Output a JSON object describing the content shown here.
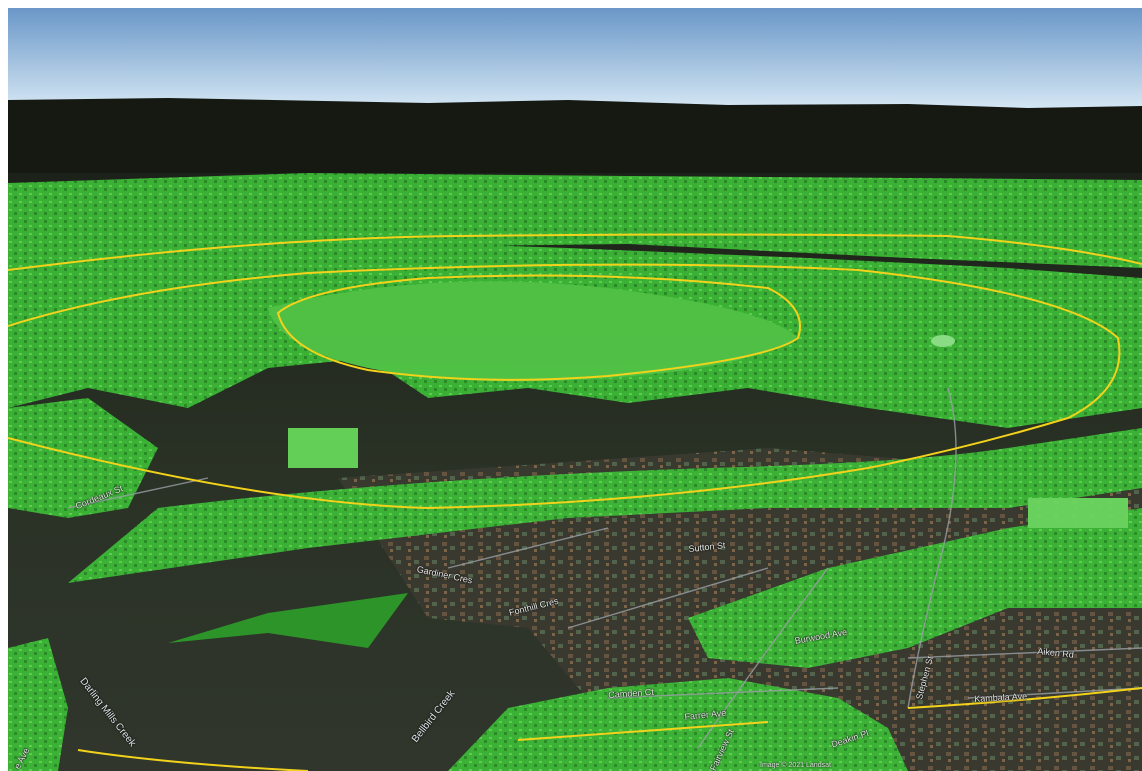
{
  "view": {
    "type": "3D terrain view",
    "overlay": "green terrain coverage",
    "colors": {
      "sky_top": "#6f9ccc",
      "sky_bottom": "#cfe3f2",
      "horizon": "#151a12",
      "coverage": "#3fbf3a",
      "boundary": "#f2d21b",
      "terrain": "#1e241c",
      "road": "#9aa0a6"
    }
  },
  "labels": {
    "streets": [
      "Cordeaux St",
      "Camden Ct",
      "Farrer Ave",
      "Kambala Ave",
      "Aiken Rd",
      "Deakin Pl",
      "Stephen St",
      "Burwood Ave",
      "Gardiner Cres",
      "Sutton St",
      "Fairview St",
      "Fonthill Cres",
      "e Ave"
    ],
    "creeks": [
      "Darling Mills Creek",
      "Bellbird Creek"
    ],
    "copyright": "Image © 2021 Landsat"
  }
}
